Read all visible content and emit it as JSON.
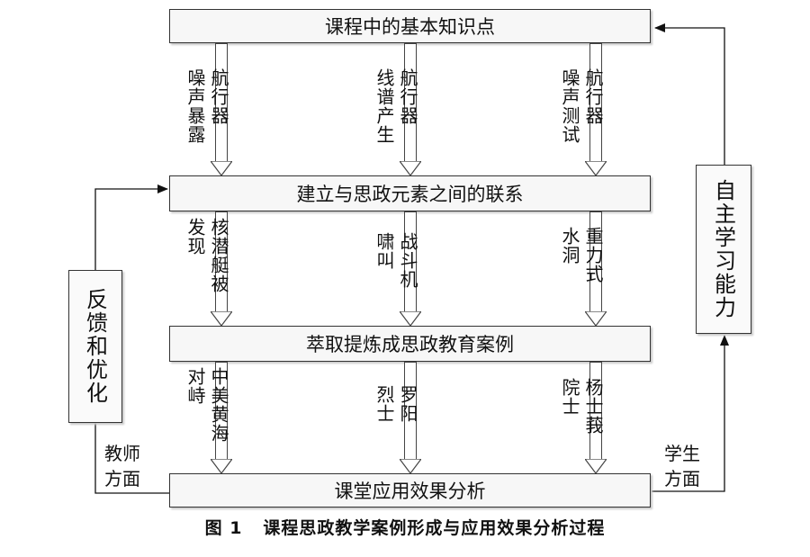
{
  "boxes": {
    "top": "课程中的基本知识点",
    "second": "建立与思政元素之间的联系",
    "third": "萃取提炼成思政教育案例",
    "bottom": "课堂应用效果分析"
  },
  "side_boxes": {
    "left": "反馈和优化",
    "right": "自主学习能力"
  },
  "row1_labels": [
    "航行器\n噪声暴露",
    "航行器\n线谱产生",
    "航行器\n噪声测试"
  ],
  "row2_labels": [
    "核潜艇被\n发现",
    "战斗机\n啸叫",
    "重力式\n水洞"
  ],
  "row3_labels": [
    "中美黄海\n对峙",
    "罗阳\n烈士",
    "杨士莪\n院士"
  ],
  "side_text": {
    "teacher": "教师\n方面",
    "student": "学生\n方面"
  },
  "caption": "图 1   课程思政教学案例形成与应用效果分析过程"
}
